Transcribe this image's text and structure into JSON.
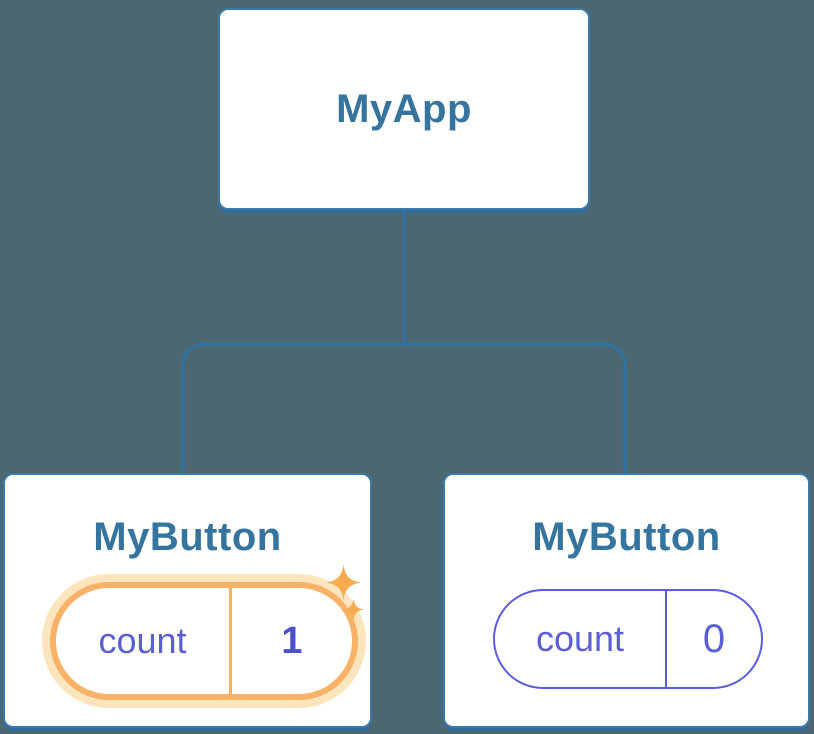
{
  "diagram": {
    "description": "React component tree with isolated state",
    "root": {
      "label": "MyApp"
    },
    "children": [
      {
        "label": "MyButton",
        "pill": {
          "key": "count",
          "value": "1"
        },
        "highlighted": true
      },
      {
        "label": "MyButton",
        "pill": {
          "key": "count",
          "value": "0"
        },
        "highlighted": false
      }
    ]
  },
  "colors": {
    "background": "#4c6772",
    "card_fill": "#ffffff",
    "card_stroke": "#3b79a8",
    "card_shadow": "#2e6da0",
    "connector": "#2f72a4",
    "title_text": "#35749e",
    "state_purple": "#5b5ce0",
    "state_text": "#5c5fd3",
    "state_value_bold": "#4b50c9",
    "highlight_orange": "#f7b267",
    "highlight_glow": "#fce4bd",
    "sparkle": "#f6ab4f"
  }
}
